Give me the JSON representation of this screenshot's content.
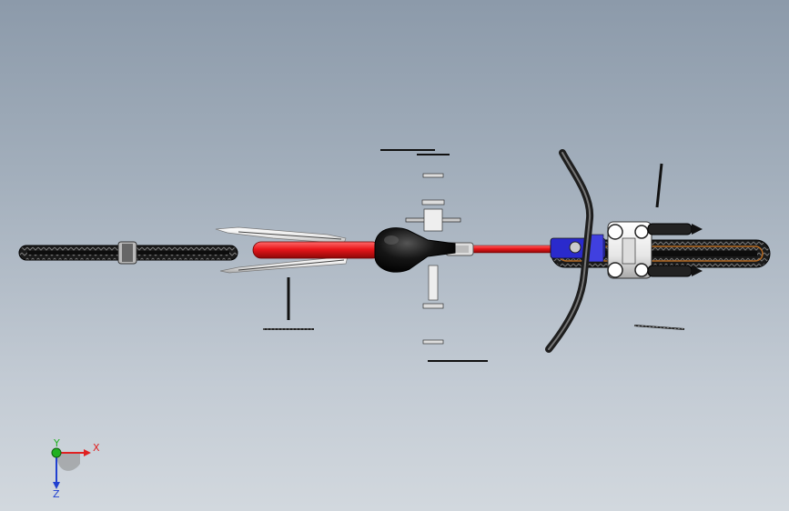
{
  "viewport": {
    "view": "top-view",
    "model": "bicycle-assembly-exploded",
    "colors": {
      "background_top": "#8c9aaa",
      "background_bottom": "#d2d8de",
      "frame": "#e8161a",
      "tire": "#1a1a1a",
      "fork": "#f2f2f2",
      "headset": "#2a2acc",
      "saddle": "#111111"
    }
  },
  "triad": {
    "x_label": "X",
    "y_label": "Y",
    "z_label": "Z",
    "colors": {
      "x": "#e02020",
      "y": "#20b020",
      "z": "#2040d0"
    }
  }
}
